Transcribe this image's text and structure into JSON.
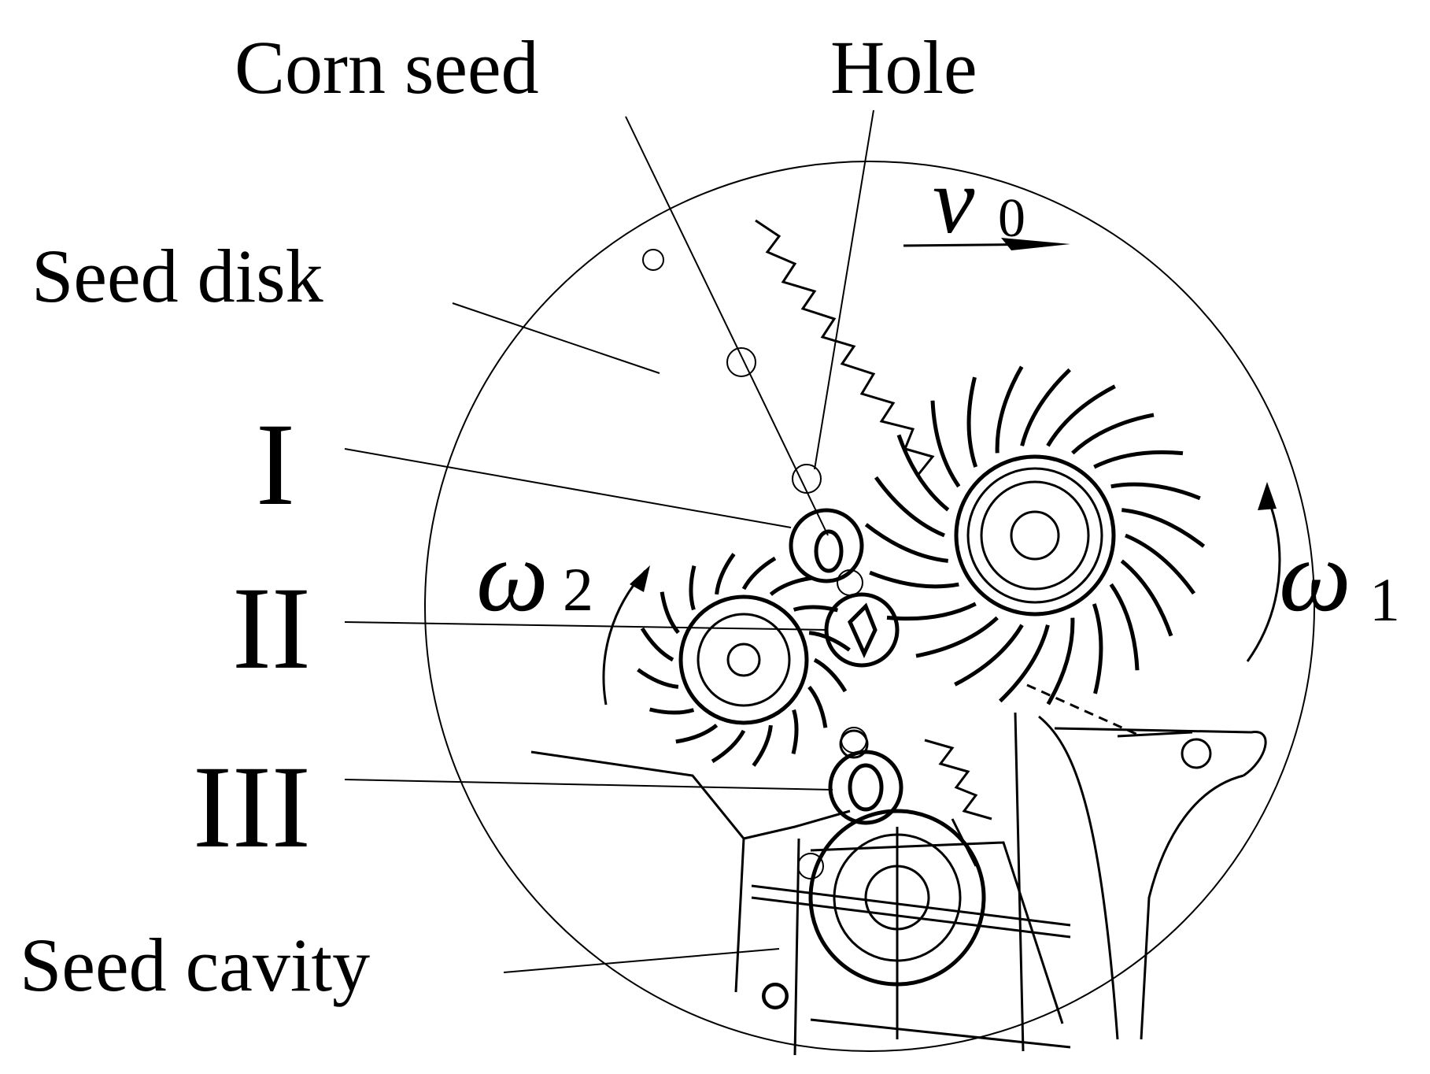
{
  "labels": {
    "corn_seed": "Corn seed",
    "hole": "Hole",
    "seed_disk": "Seed disk",
    "seed_cavity": "Seed cavity",
    "stage_1": "I",
    "stage_2": "II",
    "stage_3": "III"
  },
  "symbols": {
    "v_main": "v",
    "v_sub": "0",
    "w2_main": "ω",
    "w2_sub": "2",
    "w1_main": "ω",
    "w1_sub": "1"
  }
}
